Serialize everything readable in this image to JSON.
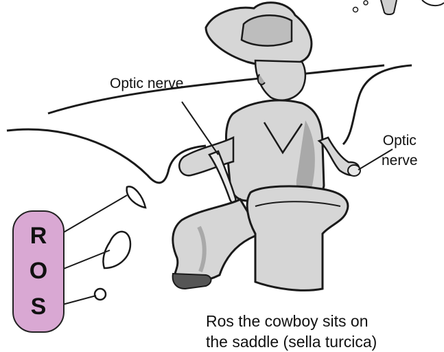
{
  "labels": {
    "optic_nerve_left": "Optic nerve",
    "optic_nerve_right_line1": "Optic",
    "optic_nerve_right_line2": "nerve"
  },
  "mnemonic": {
    "letters": [
      "R",
      "O",
      "S"
    ]
  },
  "caption": {
    "line1": "Ros the cowboy sits on",
    "line2": "the saddle (sella turcica)"
  },
  "colors": {
    "badge_fill": "#d9a8d3",
    "figure_fill": "#d6d6d6",
    "figure_shadow": "#a9a9a9",
    "outline": "#1a1a1a"
  }
}
